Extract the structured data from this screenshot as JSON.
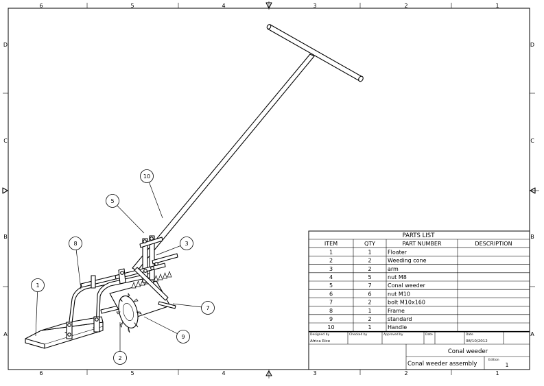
{
  "zones": {
    "columns": [
      "6",
      "5",
      "4",
      "3",
      "2",
      "1"
    ],
    "rows": [
      "D",
      "C",
      "B",
      "A"
    ]
  },
  "balloons": [
    {
      "id": "balloon-1",
      "label": "1"
    },
    {
      "id": "balloon-2",
      "label": "2"
    },
    {
      "id": "balloon-3",
      "label": "3"
    },
    {
      "id": "balloon-5",
      "label": "5"
    },
    {
      "id": "balloon-7",
      "label": "7"
    },
    {
      "id": "balloon-8",
      "label": "8"
    },
    {
      "id": "balloon-9",
      "label": "9"
    },
    {
      "id": "balloon-10",
      "label": "10"
    }
  ],
  "parts_list": {
    "title": "PARTS LIST",
    "headers": [
      "ITEM",
      "QTY",
      "PART NUMBER",
      "DESCRIPTION"
    ],
    "rows": [
      [
        "1",
        "1",
        "Floater",
        ""
      ],
      [
        "2",
        "2",
        "Weeding cone",
        ""
      ],
      [
        "3",
        "2",
        "arm",
        ""
      ],
      [
        "4",
        "5",
        "nut M8",
        ""
      ],
      [
        "5",
        "7",
        "Conal weeder",
        ""
      ],
      [
        "6",
        "6",
        "nut M10",
        ""
      ],
      [
        "7",
        "2",
        "bolt M10x160",
        ""
      ],
      [
        "8",
        "1",
        "Frame",
        ""
      ],
      [
        "9",
        "2",
        "standard",
        ""
      ],
      [
        "10",
        "1",
        "Handle",
        ""
      ]
    ]
  },
  "title_block": {
    "designed_by_label": "Designed by",
    "designed_by": "Africa Rice",
    "checked_by_label": "Checked by",
    "approved_by_label": "Approved by",
    "date_label": "Date",
    "date2_label": "Date",
    "date2": "08/10/2012",
    "title": "Conal weeder",
    "subtitle": "Conal weeder assembly",
    "edition_label": "Edition",
    "sheet_number": "1"
  }
}
